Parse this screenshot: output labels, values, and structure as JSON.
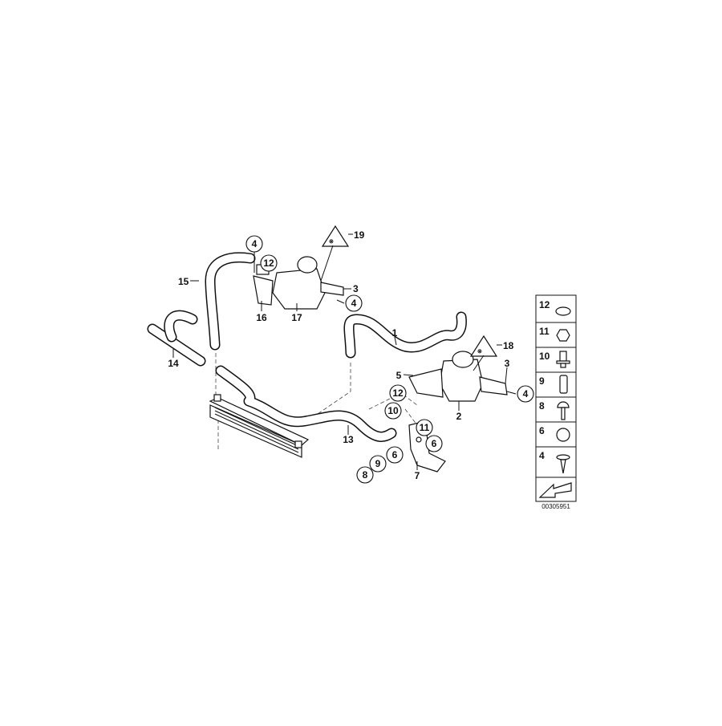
{
  "diagram": {
    "callouts": {
      "c4a": "4",
      "c12a": "12",
      "c19": "19",
      "c15": "15",
      "c3a": "3",
      "c4b": "4",
      "c16": "16",
      "c17": "17",
      "c1": "1",
      "c18": "18",
      "c14": "14",
      "c5": "5",
      "c3b": "3",
      "c4c": "4",
      "c12b": "12",
      "c2": "2",
      "c10": "10",
      "c11": "11",
      "c6a": "6",
      "c13": "13",
      "c6b": "6",
      "c9": "9",
      "c8": "8",
      "c7": "7"
    },
    "legend": {
      "items": [
        {
          "number": "12",
          "icon": "hose-clamp-icon"
        },
        {
          "number": "11",
          "icon": "hex-nut-icon"
        },
        {
          "number": "10",
          "icon": "collar-bolt-icon"
        },
        {
          "number": "9",
          "icon": "spacer-sleeve-icon"
        },
        {
          "number": "8",
          "icon": "screw-icon"
        },
        {
          "number": "6",
          "icon": "grommet-icon"
        },
        {
          "number": "4",
          "icon": "self-tapping-screw-icon"
        }
      ],
      "direction_icon": "arrow-icon"
    },
    "drawing_number": "00305951"
  }
}
